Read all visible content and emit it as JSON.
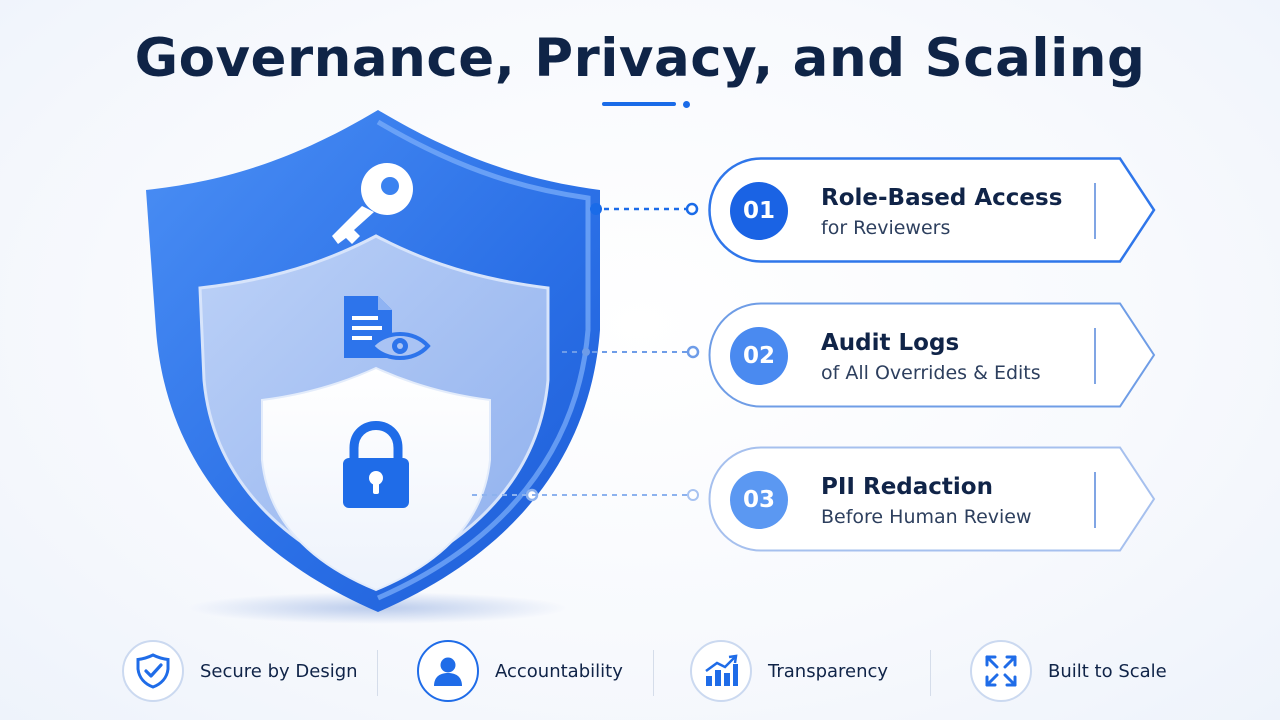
{
  "title": "Governance, Privacy, and Scaling",
  "colors": {
    "primary": "#1a6be8",
    "dark_text": "#0f2447",
    "shield_outer": "#2f78ec",
    "shield_middle": "#a6c1f3",
    "card_border": "#5a8ee6"
  },
  "cards": [
    {
      "number": "01",
      "title": "Role-Based Access",
      "subtitle": "for Reviewers",
      "icon": "key-icon"
    },
    {
      "number": "02",
      "title": "Audit Logs",
      "subtitle": "of All Overrides & Edits",
      "icon": "document-eye-icon"
    },
    {
      "number": "03",
      "title": "PII Redaction",
      "subtitle": "Before Human Review",
      "icon": "padlock-icon"
    }
  ],
  "features": [
    {
      "label": "Secure by Design",
      "icon": "shield-check-icon"
    },
    {
      "label": "Accountability",
      "icon": "user-icon"
    },
    {
      "label": "Transparency",
      "icon": "bar-chart-icon"
    },
    {
      "label": "Built to Scale",
      "icon": "expand-arrows-icon"
    }
  ]
}
